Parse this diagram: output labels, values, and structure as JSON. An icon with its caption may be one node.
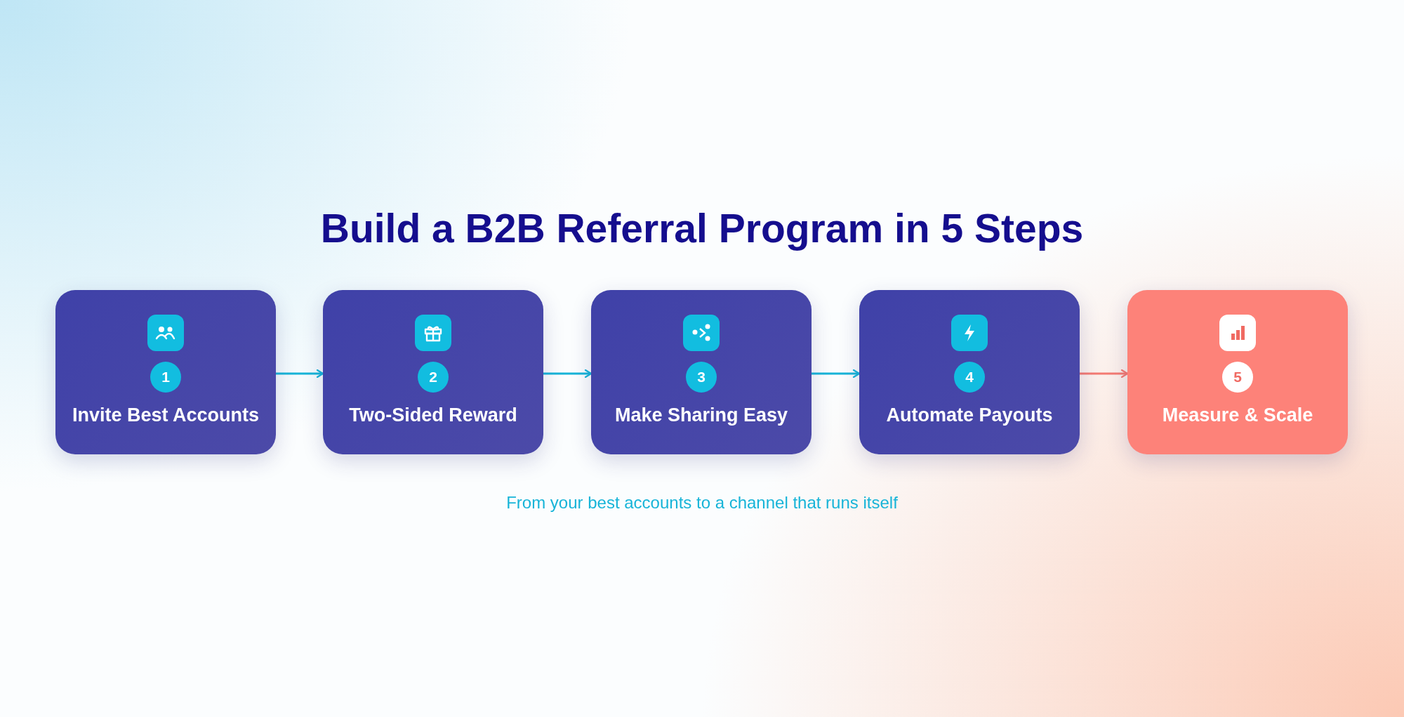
{
  "diagram": {
    "title": "Build a B2B Referral Program in 5 Steps",
    "caption": "From your best accounts to a channel that runs itself",
    "nodes": [
      {
        "text": [
          "1",
          "Invite Best Accounts"
        ]
      },
      {
        "text": [
          "2",
          "Two-Sided Reward"
        ]
      },
      {
        "text": [
          "3",
          "Make Sharing Easy"
        ]
      },
      {
        "text": [
          "4",
          "Automate Payouts"
        ]
      },
      {
        "text": [
          "5",
          "Measure & Scale"
        ]
      }
    ],
    "edges": [
      {
        "from": 0,
        "to": 1,
        "arrow": "to"
      },
      {
        "from": 1,
        "to": 2,
        "arrow": "to"
      },
      {
        "from": 2,
        "to": 3,
        "arrow": "to"
      },
      {
        "from": 3,
        "to": 4,
        "arrow": "to",
        "color": "#f47a72"
      }
    ]
  }
}
